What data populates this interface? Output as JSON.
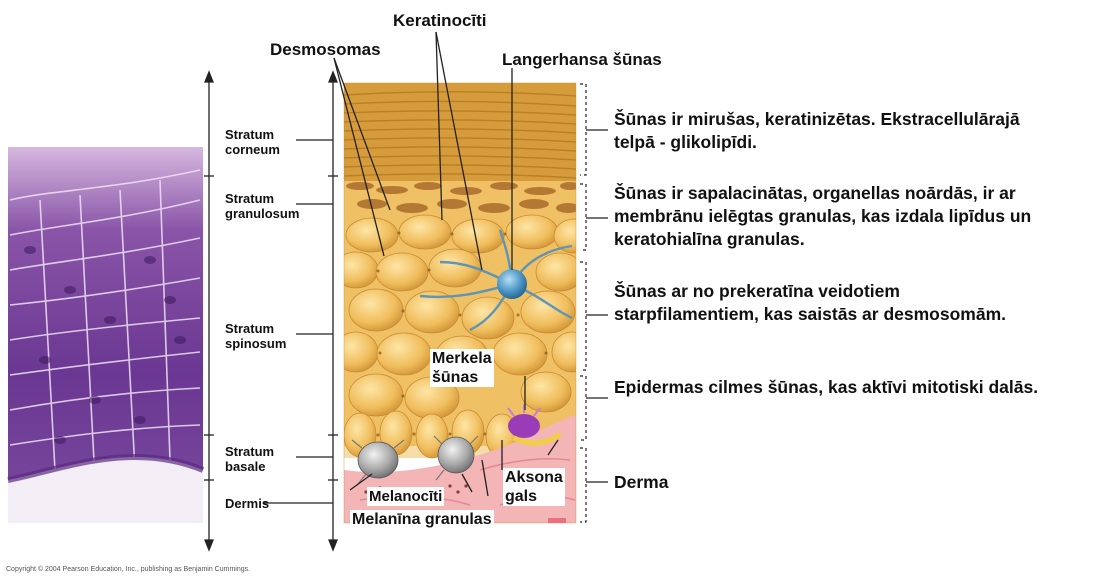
{
  "labels": {
    "keratinocytes": "Keratinocīti",
    "desmosomes": "Desmosomas",
    "langerhans": "Langerhansa šūnas",
    "merkel_line1": "Merkela",
    "merkel_line2": "šūnas",
    "axon_line1": "Aksona",
    "axon_line2": "gals",
    "melanocytes": "Melanocīti",
    "melanin_granules": "Melanīna granulas",
    "derma": "Derma"
  },
  "layers": [
    {
      "line1": "Stratum",
      "line2": "corneum"
    },
    {
      "line1": "Stratum",
      "line2": "granulosum"
    },
    {
      "line1": "Stratum",
      "line2": "spinosum"
    },
    {
      "line1": "Stratum",
      "line2": "basale"
    },
    {
      "line1": "Dermis",
      "line2": ""
    }
  ],
  "descriptions": {
    "corneum": "Šūnas ir mirušas, keratinizētas. Ekstracellulārajā telpā - glikolipīdi.",
    "granulosum": "Šūnas ir sapalacinātas, organellas noārdās, ir ar membrānu ielēgtas granulas, kas izdala lipīdus un keratohialīna granulas.",
    "spinosum": "Šūnas ar no prekeratīna veidotiem starpfilamentiem, kas saistās ar desmosomām.",
    "basale": "Epidermas cilmes šūnas, kas aktīvi mitotiski dalās."
  },
  "copyright": "Copyright © 2004 Pearson Education, Inc., publishing as Benjamin Cummings.",
  "colors": {
    "corneum": "#d9a441",
    "cells": "#f2c46a",
    "dermis": "#f2b8b8",
    "micrograph": "#6b3a94",
    "langerhans": "#3a86b8"
  }
}
